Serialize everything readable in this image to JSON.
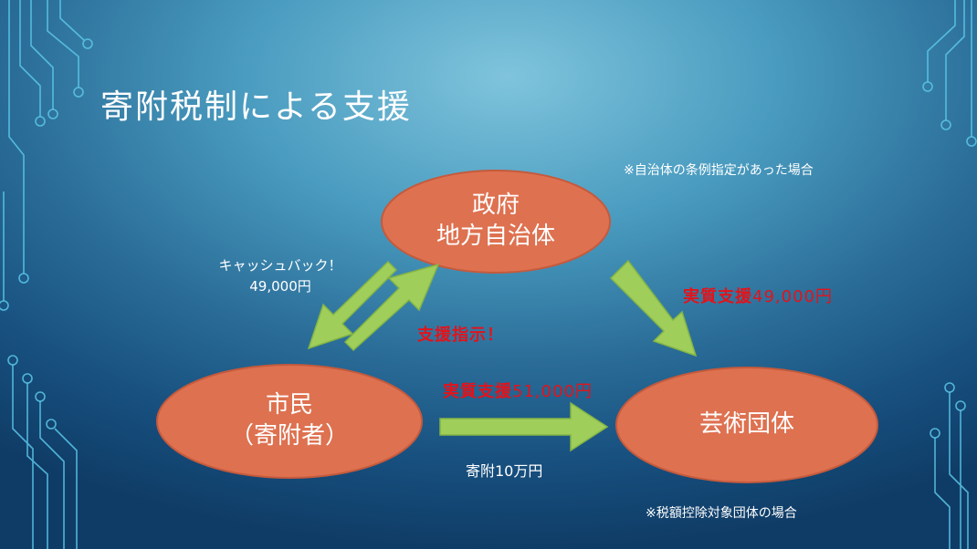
{
  "slide": {
    "title": "寄附税制による支援",
    "colors": {
      "node_fill": "#de7150",
      "node_stroke": "#c55a3c",
      "arrow_fill": "#9fce5a",
      "arrow_stroke": "#84b445",
      "highlight_text": "#e3131b",
      "background_top": "#7fc4dc",
      "background_bottom": "#0f3c66"
    }
  },
  "nodes": {
    "government": {
      "line1": "政府",
      "line2": "地方自治体"
    },
    "citizen": {
      "line1": "市民",
      "line2": "（寄附者）"
    },
    "arts": {
      "line1": "芸術団体"
    }
  },
  "labels": {
    "cashback": {
      "line1": "キャッシュバック！",
      "line2": "49,000円"
    },
    "support_instruction": "支援指示！",
    "gov_to_arts": {
      "text": "実質支援",
      "amount": "49,000円"
    },
    "citizen_to_arts": {
      "text": "実質支援",
      "amount": "51,000円"
    },
    "donation": "寄附10万円"
  },
  "notes": {
    "top_right": "※自治体の条例指定があった場合",
    "bottom_right": "※税額控除対象団体の場合"
  }
}
